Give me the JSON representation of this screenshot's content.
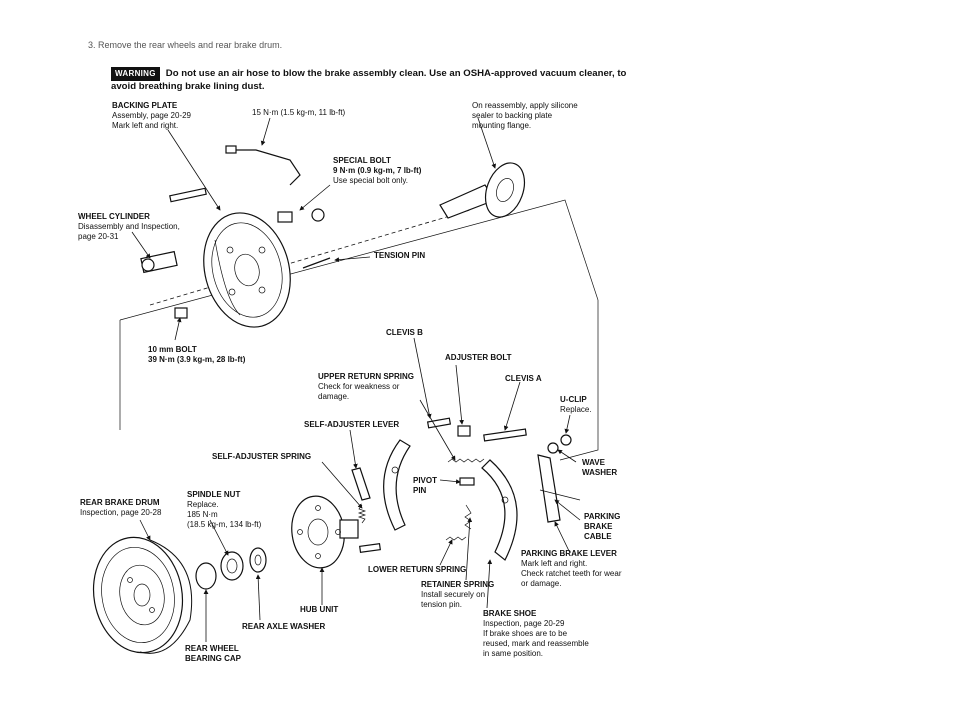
{
  "step": "3.  Remove the rear wheels and rear brake drum.",
  "warning": {
    "badge": "WARNING",
    "text": "Do not use an air hose to blow the brake assembly clean. Use an OSHA-approved vacuum cleaner, to avoid breathing brake lining dust."
  },
  "labels": {
    "backing_plate": {
      "title": "BACKING PLATE",
      "lines": [
        "Assembly, page 20-29",
        "Mark left and right."
      ]
    },
    "torque_15": {
      "title": "15 N·m (1.5 kg-m, 11 lb-ft)"
    },
    "silicone": {
      "lines": [
        "On reassembly, apply silicone",
        "sealer to backing plate",
        "mounting flange."
      ]
    },
    "special_bolt": {
      "title": "SPECIAL BOLT",
      "lines": [
        "9 N·m (0.9 kg-m, 7 lb-ft)",
        "Use special bolt only."
      ]
    },
    "wheel_cylinder": {
      "title": "WHEEL CYLINDER",
      "lines": [
        "Disassembly and Inspection,",
        "page 20-31"
      ]
    },
    "tension_pin": {
      "title": "TENSION PIN"
    },
    "bolt_10mm": {
      "title": "10 mm BOLT",
      "lines": [
        "39 N·m (3.9 kg-m, 28 lb-ft)"
      ]
    },
    "clevis_b": {
      "title": "CLEVIS B"
    },
    "adjuster_bolt": {
      "title": "ADJUSTER BOLT"
    },
    "upper_return_spring": {
      "title": "UPPER RETURN SPRING",
      "lines": [
        "Check for weakness or",
        "damage."
      ]
    },
    "clevis_a": {
      "title": "CLEVIS A"
    },
    "u_clip": {
      "title": "U-CLIP",
      "lines": [
        "Replace."
      ]
    },
    "self_adjuster_lever": {
      "title": "SELF-ADJUSTER LEVER"
    },
    "self_adjuster_spring": {
      "title": "SELF-ADJUSTER SPRING"
    },
    "wave_washer": {
      "title": "WAVE",
      "lines": [
        "WASHER"
      ]
    },
    "pivot_pin": {
      "title": "PIVOT",
      "lines": [
        "PIN"
      ]
    },
    "rear_brake_drum": {
      "title": "REAR BRAKE DRUM",
      "lines": [
        "Inspection, page 20-28"
      ]
    },
    "spindle_nut": {
      "title": "SPINDLE NUT",
      "lines": [
        "Replace.",
        "185 N·m",
        "(18.5 kg-m, 134 lb-ft)"
      ]
    },
    "parking_brake_cable": {
      "title": "PARKING",
      "lines": [
        "BRAKE",
        "CABLE"
      ]
    },
    "parking_brake_lever": {
      "title": "PARKING BRAKE LEVER",
      "lines": [
        "Mark left and right.",
        "Check ratchet teeth for wear",
        "or damage."
      ]
    },
    "lower_return_spring": {
      "title": "LOWER RETURN SPRING"
    },
    "retainer_spring": {
      "title": "RETAINER SPRING",
      "lines": [
        "Install securely on",
        "tension pin."
      ]
    },
    "hub_unit": {
      "title": "HUB UNIT"
    },
    "rear_axle_washer": {
      "title": "REAR AXLE WASHER"
    },
    "brake_shoe": {
      "title": "BRAKE SHOE",
      "lines": [
        "Inspection, page 20-29",
        "If brake shoes are to be",
        "reused, mark and reassemble",
        "in same position."
      ]
    },
    "bearing_cap": {
      "title": "REAR WHEEL",
      "lines": [
        "BEARING CAP"
      ]
    }
  }
}
